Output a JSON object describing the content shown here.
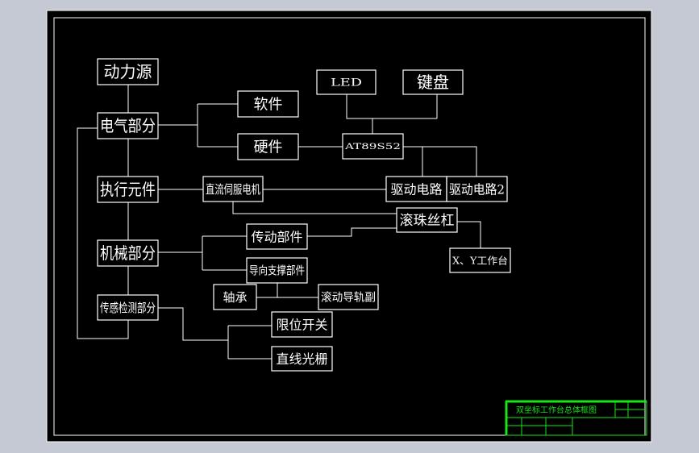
{
  "diagram": {
    "nodes": {
      "power": "动力源",
      "electrical": "电气部分",
      "actuator": "执行元件",
      "mechanical": "机械部分",
      "sensing": "传感检测部分",
      "software": "软件",
      "hardware": "硬件",
      "led": "LED",
      "keyboard": "键盘",
      "mcu": "AT89S52",
      "driver1": "驱动电路",
      "driver2": "驱动电路2",
      "servo": "直流伺服电机",
      "ballscrew": "滚珠丝杠",
      "table": "X、Y工作台",
      "transmission": "传动部件",
      "guide": "导向支撑部件",
      "bearing": "轴承",
      "rail": "滚动导轨副",
      "limit": "限位开关",
      "grating": "直线光栅"
    },
    "edges": [
      [
        "power",
        "electrical"
      ],
      [
        "electrical",
        "actuator"
      ],
      [
        "actuator",
        "mechanical"
      ],
      [
        "mechanical",
        "sensing"
      ],
      [
        "sensing",
        "electrical"
      ],
      [
        "electrical",
        "software"
      ],
      [
        "electrical",
        "hardware"
      ],
      [
        "hardware",
        "mcu"
      ],
      [
        "led",
        "mcu"
      ],
      [
        "keyboard",
        "mcu"
      ],
      [
        "mcu",
        "driver1"
      ],
      [
        "mcu",
        "driver2"
      ],
      [
        "actuator",
        "servo"
      ],
      [
        "servo",
        "driver1"
      ],
      [
        "servo",
        "ballscrew"
      ],
      [
        "ballscrew",
        "table"
      ],
      [
        "mechanical",
        "transmission"
      ],
      [
        "mechanical",
        "guide"
      ],
      [
        "transmission",
        "ballscrew"
      ],
      [
        "guide",
        "bearing"
      ],
      [
        "guide",
        "rail"
      ],
      [
        "sensing",
        "limit"
      ],
      [
        "sensing",
        "grating"
      ]
    ]
  },
  "title_block": {
    "title": "双坐标工作台总体框图",
    "line_color": "#18e418"
  }
}
